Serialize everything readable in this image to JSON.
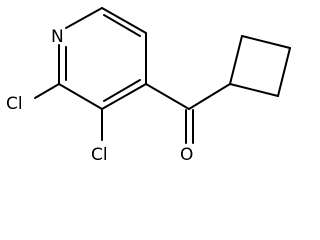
{
  "molecule": {
    "atoms": {
      "n": "N",
      "cl_left": "Cl",
      "cl_right": "Cl",
      "o": "O"
    },
    "colors": {
      "bond": "#000000",
      "label": "#000000",
      "background": "#ffffff"
    }
  }
}
